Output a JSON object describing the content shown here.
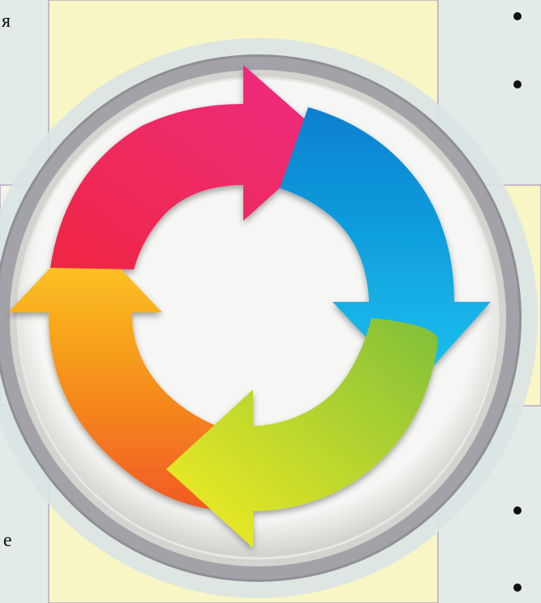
{
  "colors": {
    "background": "#e3ebe8",
    "panel_yellow": "#f8f6c4",
    "panel_border": "#b9a7c8",
    "rim_gray": "#9a9aa0",
    "red": "#f2264f",
    "magenta": "#ee2c84",
    "blue": "#0a8fd6",
    "cyan": "#17c0ee",
    "green": "#9cc82b",
    "yellow": "#f6ec25",
    "orange": "#f48a23",
    "gold": "#ffd12a"
  },
  "left_fragments": {
    "top_char": "я",
    "bottom_char": "е"
  },
  "icon": "cycle-arrows-icon",
  "bullets_right_count": 4
}
